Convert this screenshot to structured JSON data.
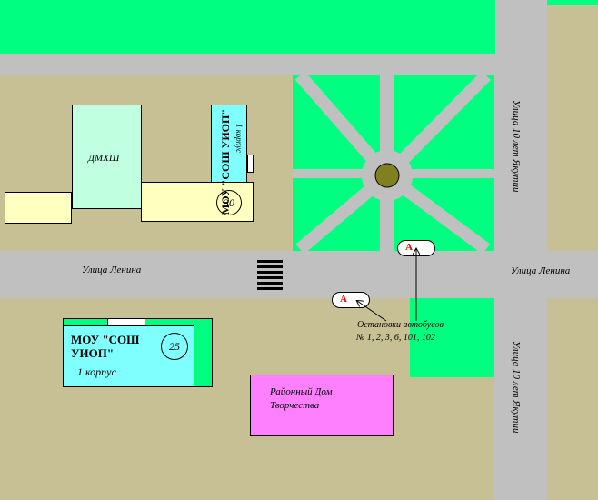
{
  "streets": {
    "lenina_west": "Улица Ленина",
    "lenina_east": "Улица Ленина",
    "yakutia_north": "Улица 10 лет Якутии",
    "yakutia_south": "Улица 10 лет Якутии"
  },
  "buildings": {
    "dmxsh": "ДМХШ",
    "school30_name": "МОУ \"СОШ УИОП\"",
    "school30_building": "1 корпус",
    "school30_number": "30",
    "school25_name_line1": "МОУ \"СОШ",
    "school25_name_line2": "УИОП\"",
    "school25_building": "1 корпус",
    "school25_number": "25",
    "rdt_line1": "Районный Дом",
    "rdt_line2": "Творчества"
  },
  "bus_stops": {
    "marker": "А",
    "caption_line1": "Остановки автобусов",
    "caption_line2": "№ 1, 2, 3, 6, 101, 102"
  },
  "colors": {
    "ground": "#c8c095",
    "road": "#c0c0c0",
    "park_green": "#00ff80",
    "school_cyan": "#80ffff",
    "dmxsh_green": "#c0ffe0",
    "annex_yellow": "#ffffc0",
    "rdt_pink": "#ff80ff",
    "fountain": "#808020"
  }
}
